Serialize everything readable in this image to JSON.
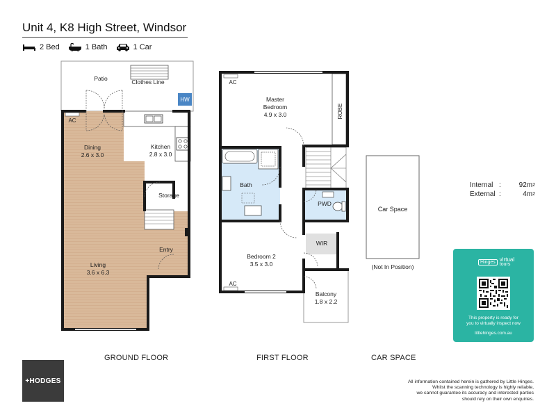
{
  "property": {
    "title": "Unit 4, K8 High Street, Windsor",
    "features": [
      {
        "icon": "bed-icon",
        "label": "2 Bed"
      },
      {
        "icon": "bath-icon",
        "label": "1 Bath"
      },
      {
        "icon": "car-icon",
        "label": "1 Car"
      }
    ]
  },
  "ground_floor": {
    "label": "GROUND FLOOR",
    "rooms": {
      "patio": "Patio",
      "clothes_line": "Clothes Line",
      "hw": "HW",
      "ac": "AC",
      "dining_name": "Dining",
      "dining_size": "2.6 x 3.0",
      "kitchen_name": "Kitchen",
      "kitchen_size": "2.8 x 3.0",
      "storage": "Storage",
      "entry": "Entry",
      "living_name": "Living",
      "living_size": "3.6 x 6.3"
    }
  },
  "first_floor": {
    "label": "FIRST FLOOR",
    "rooms": {
      "ac_top": "AC",
      "master_name": "Master",
      "master_name2": "Bedroom",
      "master_size": "4.9 x 3.0",
      "robe": "ROBE",
      "bath": "Bath",
      "pwd": "PWD",
      "wir": "WIR",
      "bedroom2_name": "Bedroom 2",
      "bedroom2_size": "3.5 x 3.0",
      "ac_bottom": "AC",
      "balcony_name": "Balcony",
      "balcony_size": "1.8 x 2.2"
    }
  },
  "car_space": {
    "label": "CAR SPACE",
    "box_label": "Car Space",
    "note": "(Not In Position)"
  },
  "areas": {
    "internal_label": "Internal",
    "internal_value": "92m",
    "external_label": "External",
    "external_value": "4m",
    "unit_sup": "2",
    "separator": ":"
  },
  "virtual_tour": {
    "badge_brand": "Hinges",
    "badge_line1": "virtual",
    "badge_line2": "tours",
    "text_line1": "This property is ready for",
    "text_line2": "you to virtually inspect now",
    "url": "littlehinges.com.au"
  },
  "brand": {
    "logo_text": "+HODGES"
  },
  "disclaimer": {
    "line1": "All information contained herein is gathered by Little Hinges.",
    "line2": "Whilst the scanning technology is highly reliable,",
    "line3": "we cannot guarantee its accuracy and interested parties",
    "line4": "should rely on their own enquiries."
  },
  "colors": {
    "wood_floor": "#d9b99a",
    "wet_area": "#d6e9f8",
    "hw_unit": "#4a86c5",
    "wall": "#1a1a1a",
    "card_teal": "#2bb4a3"
  }
}
